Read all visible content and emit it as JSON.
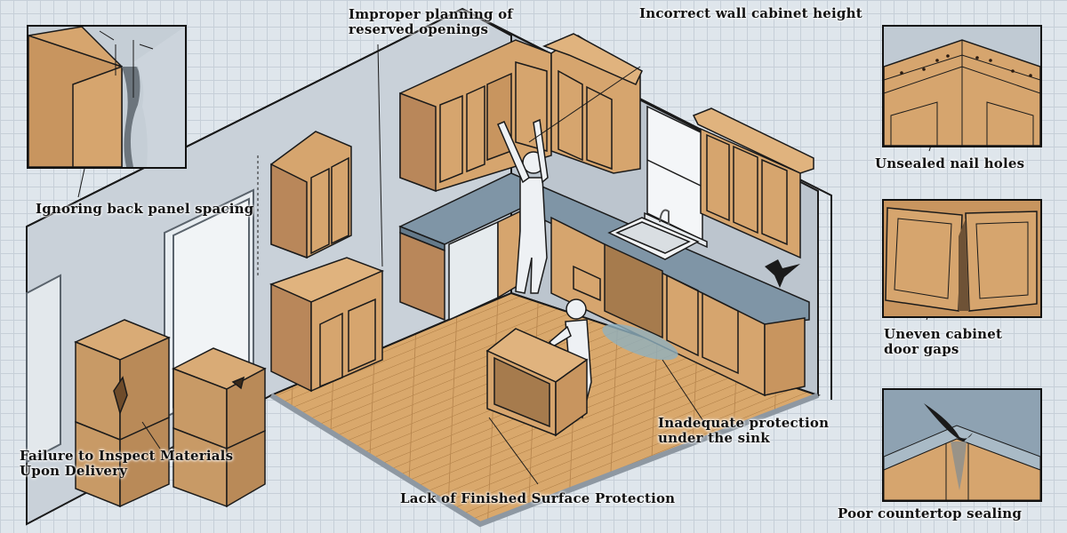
{
  "diagram": {
    "subject": "Isometric kitchen cabinet installation – common mistakes",
    "colors": {
      "background": "#dfe6ec",
      "grid": "#c6cfd8",
      "wall": "#c9d1d9",
      "cabinet_wood": "#d6a56e",
      "cabinet_shadow": "#b9875a",
      "countertop": "#7f95a6",
      "floor": "#d9a86c",
      "outline": "#1a1a1a",
      "figure": "#eef1f4",
      "water": "#8fb0bf"
    },
    "labels": {
      "improper_planning": [
        "Improper planning of",
        "reserved openings"
      ],
      "incorrect_height": "Incorrect wall cabinet height",
      "back_panel": "Ignoring back panel spacing",
      "nail_holes": "Unsealed nail holes",
      "door_gaps": [
        "Uneven cabinet",
        "door gaps"
      ],
      "sink_protection": [
        "Inadequate protection",
        "under the sink"
      ],
      "countertop_sealing": "Poor countertop sealing",
      "surface_protection": "Lack of Finished Surface Protection",
      "inspect_materials": [
        "Failure to Inspect Materials",
        "Upon Delivery"
      ]
    },
    "insets": [
      {
        "name": "back-panel-spacing-inset",
        "topic": "Gap between cabinet back and wall"
      },
      {
        "name": "nail-holes-inset",
        "topic": "Crown molding with visible nail holes"
      },
      {
        "name": "door-gaps-inset",
        "topic": "Two misaligned cabinet doors"
      },
      {
        "name": "countertop-sealing-inset",
        "topic": "Water leak at countertop corner"
      }
    ]
  }
}
